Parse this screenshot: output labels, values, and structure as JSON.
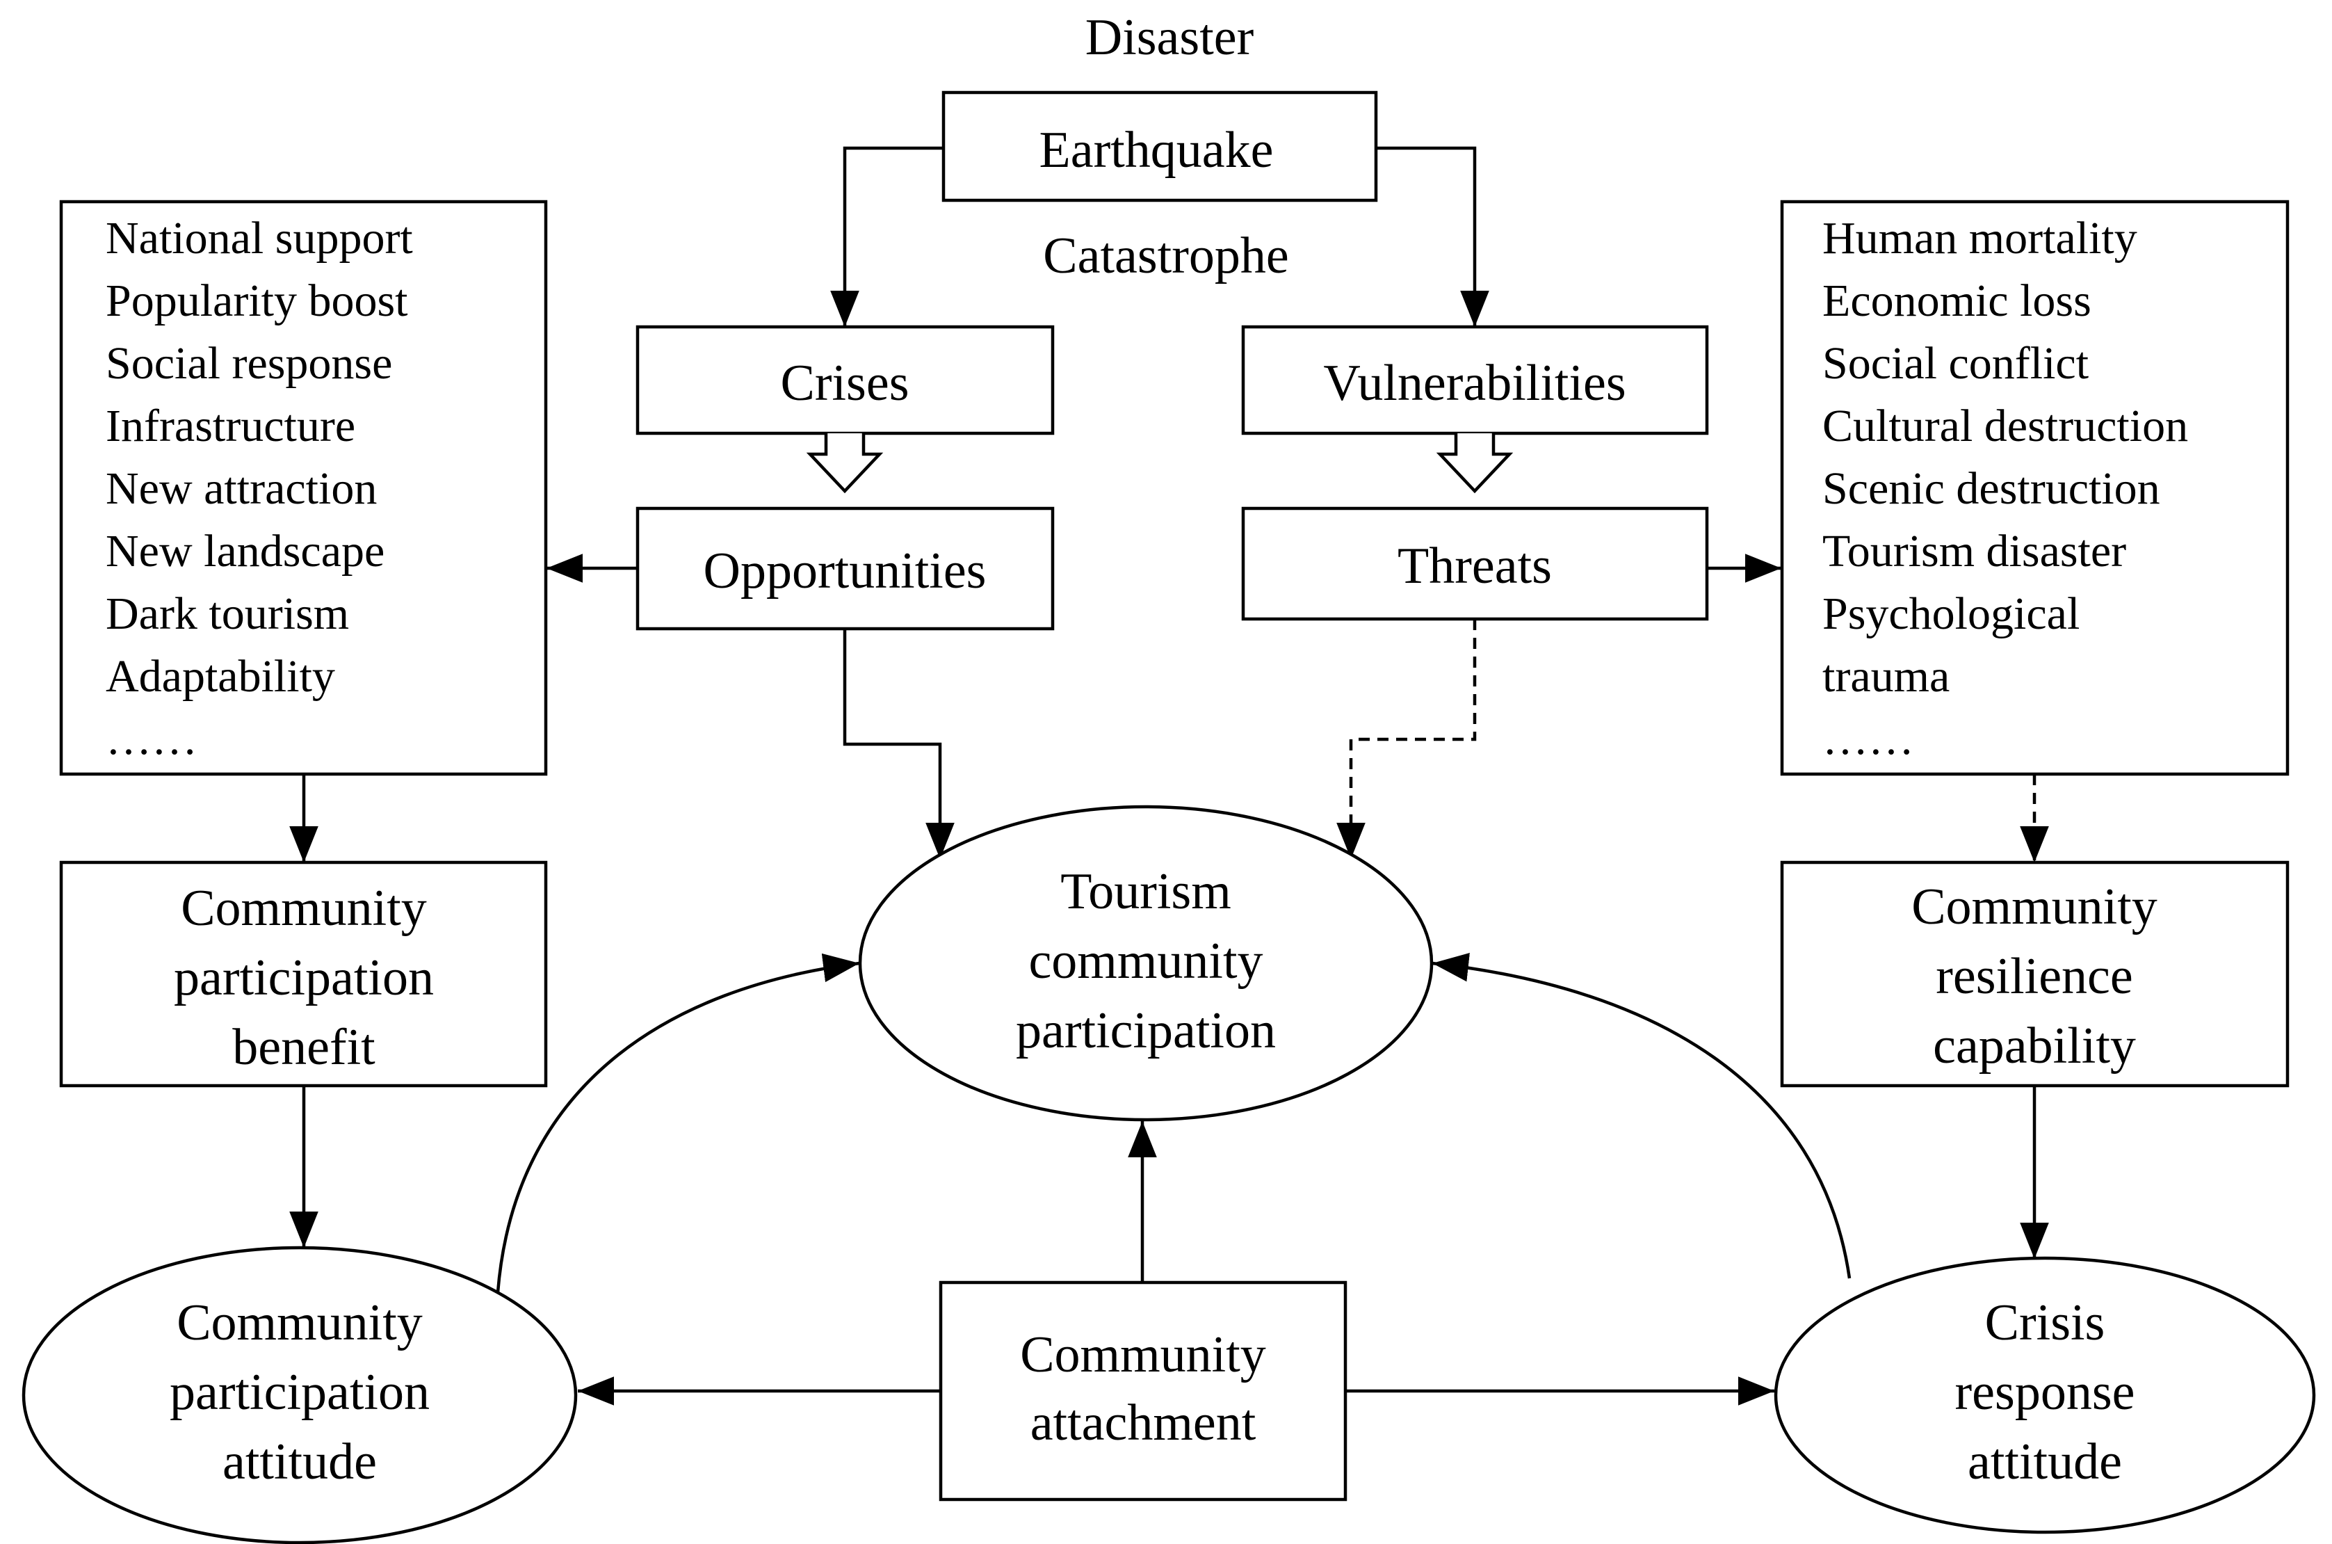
{
  "top": {
    "disaster": "Disaster",
    "earthquake": "Earthquake",
    "catastrophe": "Catastrophe"
  },
  "crises": "Crises",
  "vulnerabilities": "Vulnerabilities",
  "opportunities": "Opportunities",
  "threats": "Threats",
  "opportunity_list": [
    "National support",
    "Popularity  boost",
    "Social response",
    "Infrastructure",
    "New attraction",
    "New landscape",
    "Dark tourism",
    "Adaptability",
    "……"
  ],
  "threat_list": [
    "Human mortality",
    "Economic  loss",
    "Social conflict",
    "Cultural destruction",
    "Scenic destruction",
    "Tourism  disaster",
    "Psychological",
    "trauma",
    "……"
  ],
  "participation_benefit": [
    "Community",
    "participation",
    "benefit"
  ],
  "resilience_capability": [
    "Community",
    "resilience",
    "capability"
  ],
  "tourism_participation": [
    "Tourism",
    "community",
    "participation"
  ],
  "participation_attitude": [
    "Community",
    "participation",
    "attitude"
  ],
  "crisis_attitude": [
    "Crisis",
    "response",
    "attitude"
  ],
  "attachment": [
    "Community",
    "attachment"
  ]
}
